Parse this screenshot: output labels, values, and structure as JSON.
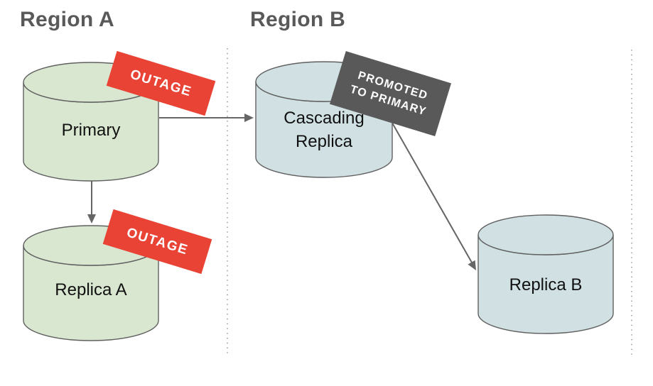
{
  "regions": {
    "a": {
      "label": "Region A"
    },
    "b": {
      "label": "Region B"
    }
  },
  "nodes": {
    "primary": {
      "label": "Primary"
    },
    "replica_a": {
      "label": "Replica A"
    },
    "cascading": {
      "line1": "Cascading",
      "line2": "Replica"
    },
    "replica_b": {
      "label": "Replica B"
    }
  },
  "badges": {
    "outage_primary": {
      "label": "OUTAGE"
    },
    "outage_replica_a": {
      "label": "OUTAGE"
    },
    "promoted": {
      "line1": "PROMOTED",
      "line2": "TO PRIMARY"
    }
  },
  "colors": {
    "region_a_node_fill": "#d9e7d0",
    "region_b_node_fill": "#d0e0e3",
    "outage_banner": "#e84335",
    "promoted_banner": "#595959",
    "connector_gray": "#666666",
    "title_gray": "#595959"
  }
}
